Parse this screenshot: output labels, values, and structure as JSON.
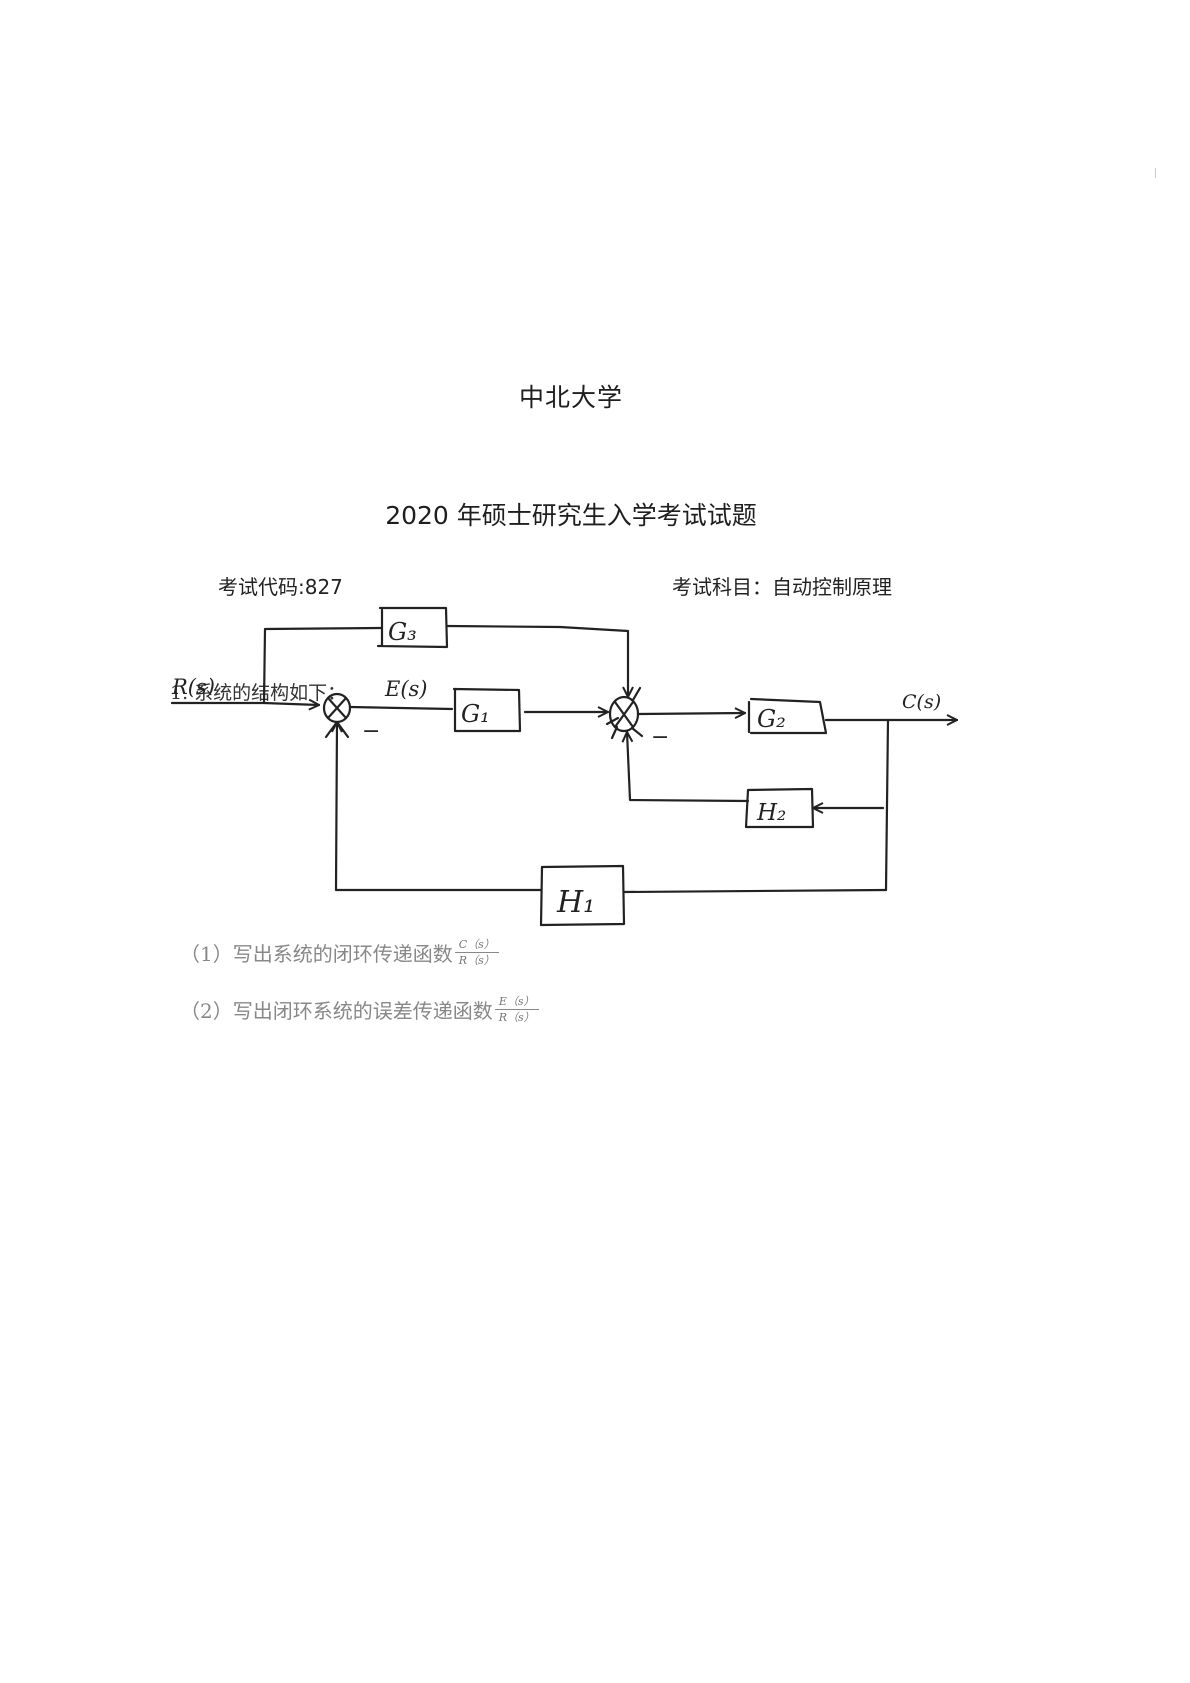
{
  "header": {
    "university": "中北大学",
    "exam_title": "2020 年硕士研究生入学考试试题",
    "exam_code_label": "考试代码:827",
    "exam_subject_label": "考试科目：自动控制原理"
  },
  "question": {
    "number_text": "1. 系统的结构如下：",
    "diagram": {
      "input_label": "R(s)",
      "error_label": "E(s)",
      "output_label": "C(s)",
      "blocks": [
        "G3",
        "G1",
        "G2",
        "H2",
        "H1"
      ],
      "block_labels": {
        "G1": "G₁",
        "G2": "G₂",
        "G3": "G₃",
        "H1": "H₁",
        "H2": "H₂"
      },
      "summing_points": [
        {
          "id": "sum1",
          "inputs": [
            "R(s) +",
            "H1 feedback −"
          ]
        },
        {
          "id": "sum2",
          "inputs": [
            "G1 output +",
            "G3 feedforward +",
            "H2 feedback −"
          ]
        }
      ],
      "minus_sign": "−"
    },
    "subquestions": [
      {
        "label": "（1）写出系统的闭环传递函数",
        "fraction_numerator": "C（s）",
        "fraction_denominator": "R（s）"
      },
      {
        "label": "（2）写出闭环系统的误差传递函数",
        "fraction_numerator": "E（s）",
        "fraction_denominator": "R（s）"
      }
    ]
  }
}
